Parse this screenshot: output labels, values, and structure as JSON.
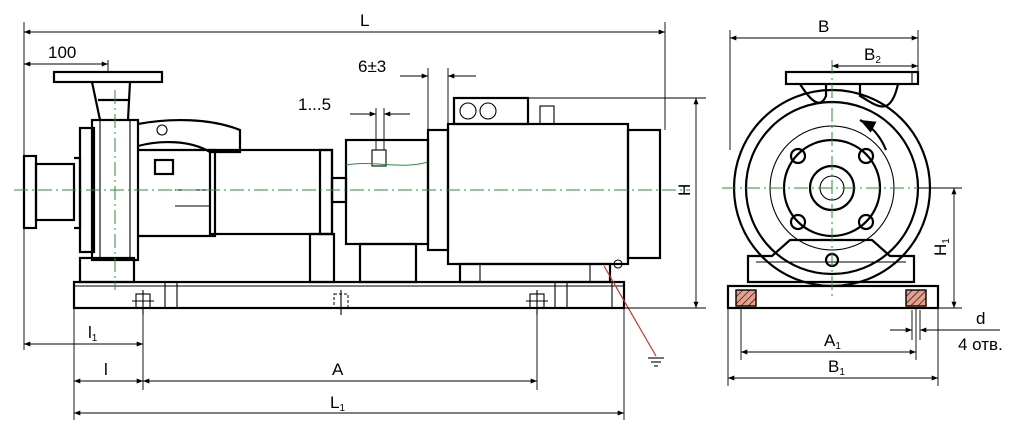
{
  "drawing": {
    "side_view_labels": {
      "L": "L",
      "flange_offset": "100",
      "coupling_gap": "6±3",
      "shaft_gap": "1...5",
      "H": "H",
      "l1": "l",
      "l1_sub": "1",
      "l": "l",
      "A": "A",
      "L1": "L",
      "L1_sub": "1"
    },
    "front_view_labels": {
      "B": "B",
      "B2": "B",
      "B2_sub": "2",
      "H1": "H",
      "H1_sub": "1",
      "A1": "A",
      "A1_sub": "1",
      "B1": "B",
      "B1_sub": "1",
      "d": "d",
      "holes": "4 отв."
    },
    "colors": {
      "outline": "#000000",
      "centerline": "#2e8b3e",
      "ground_wire": "#c0392b"
    }
  }
}
